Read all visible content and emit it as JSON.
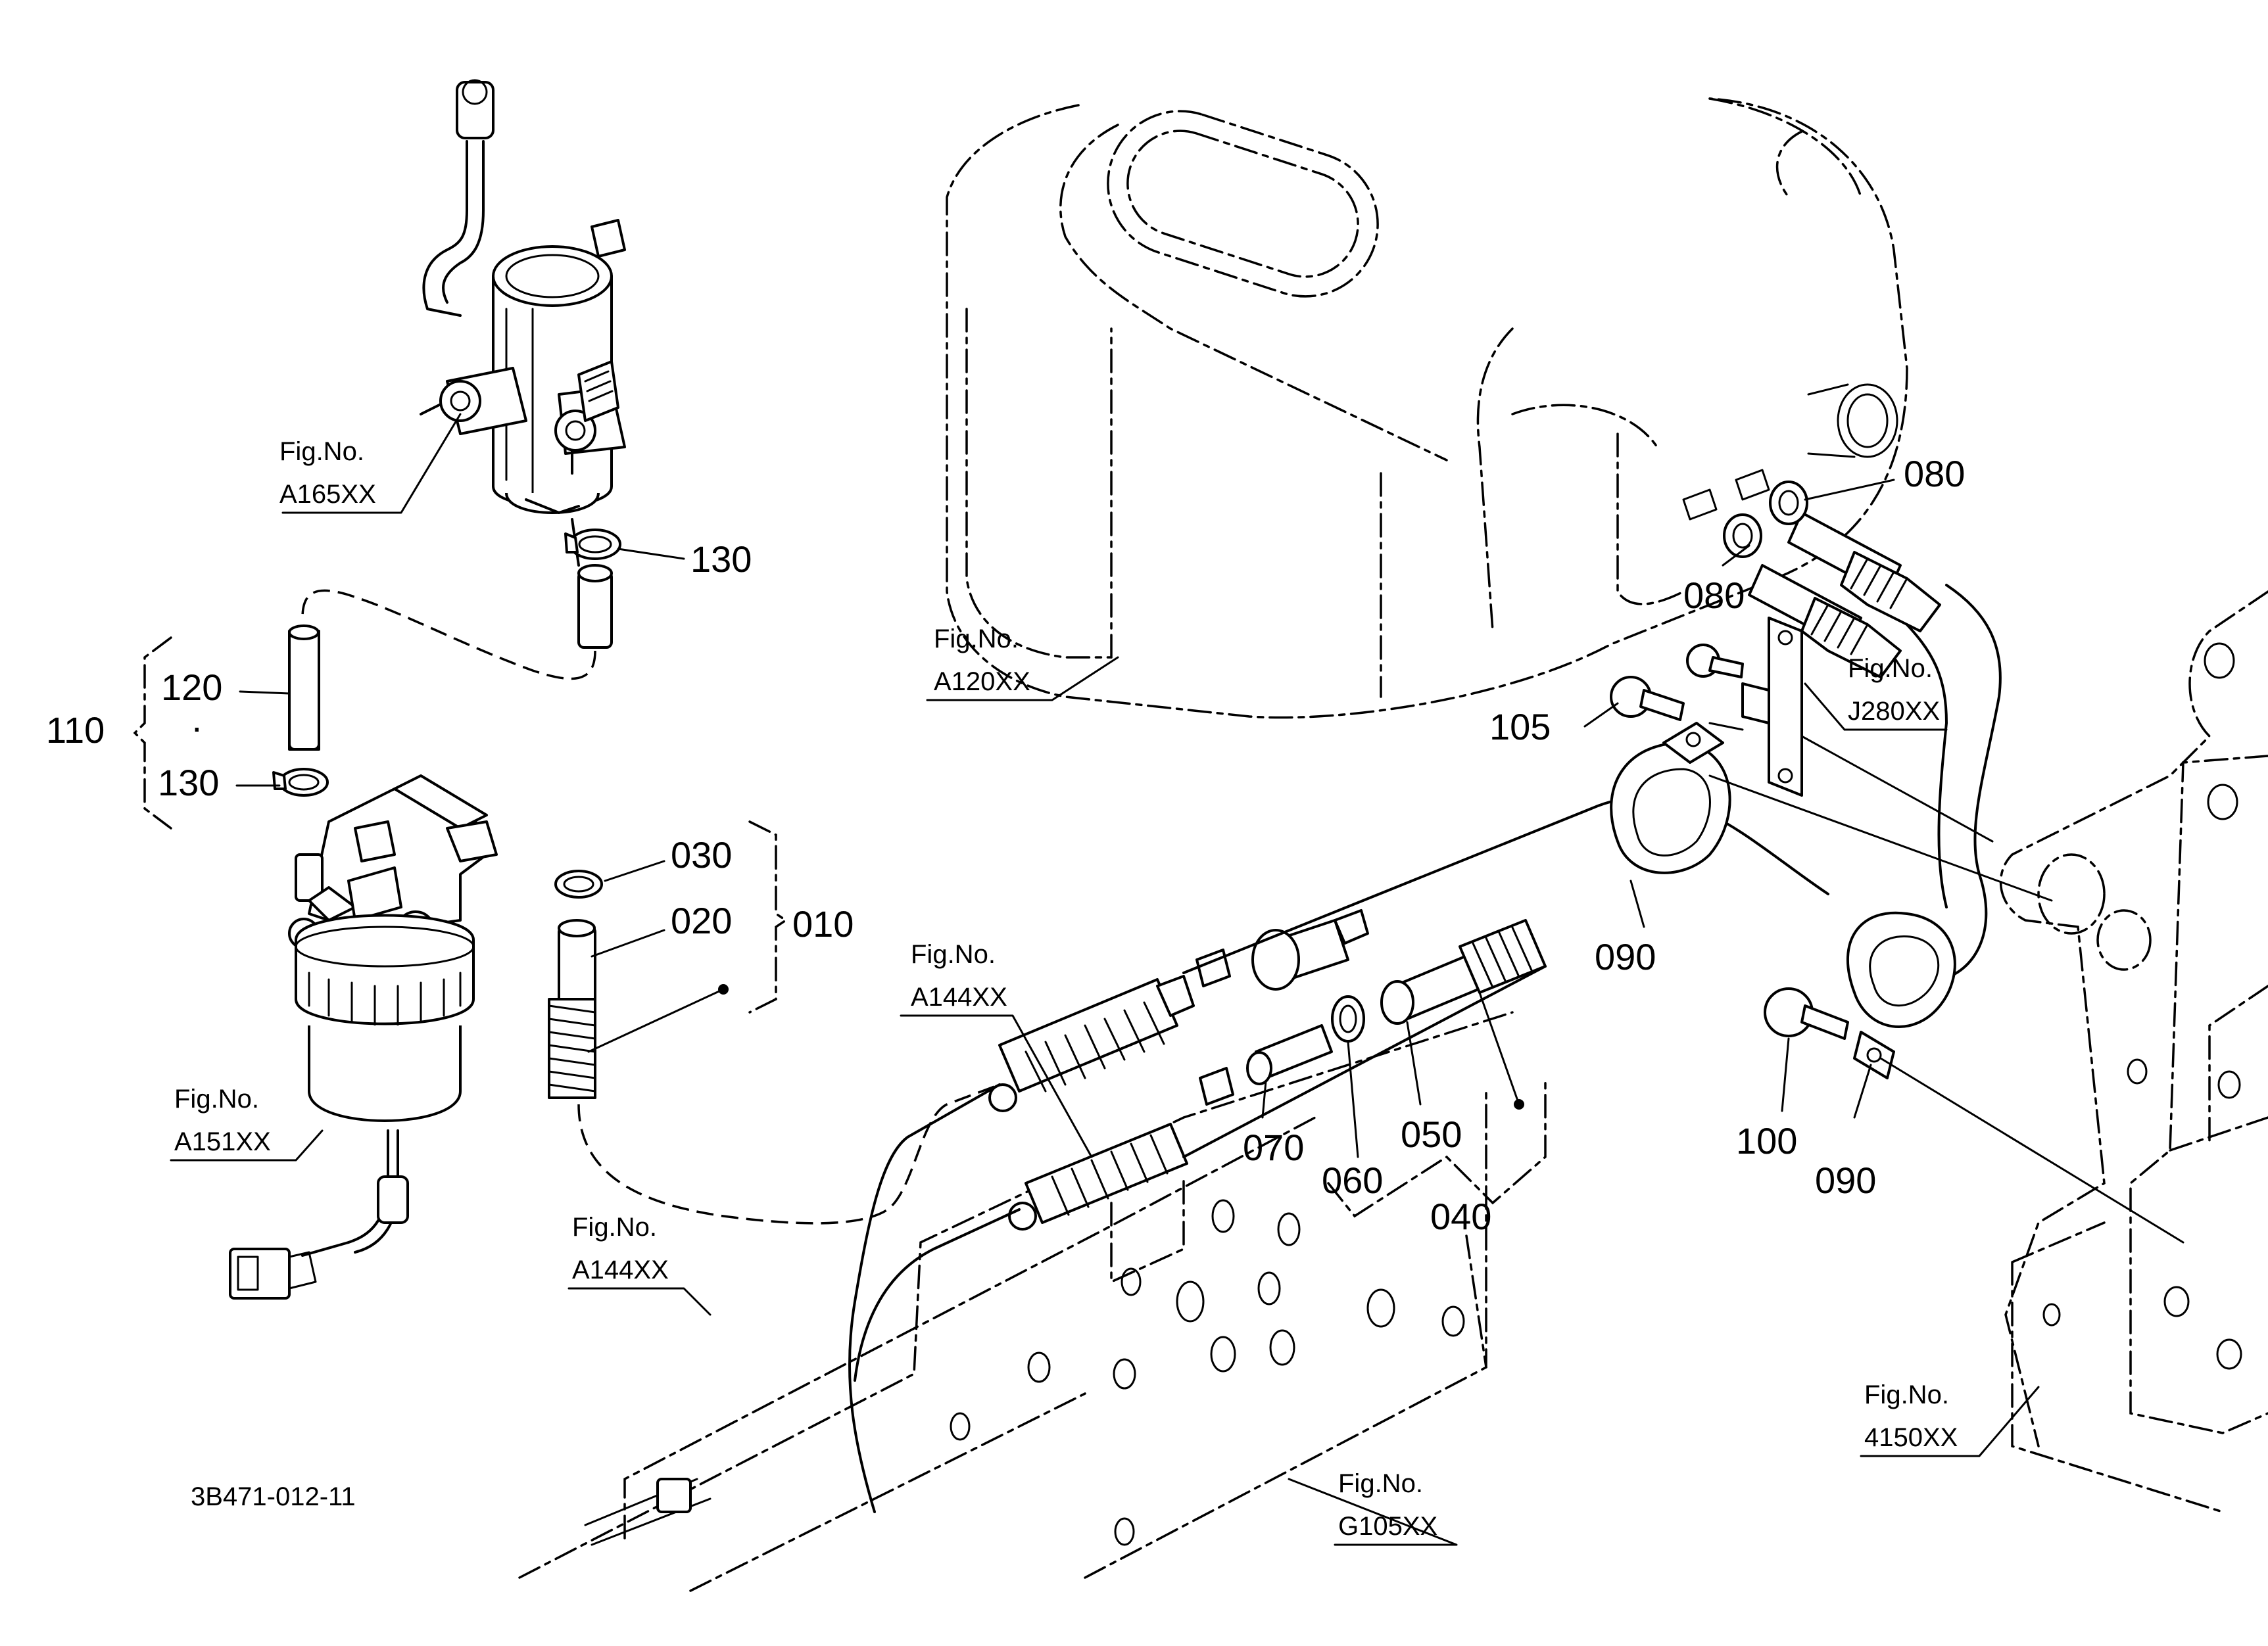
{
  "labels": {
    "p010": "010",
    "p020": "020",
    "p030": "030",
    "p040": "040",
    "p050": "050",
    "p060": "060",
    "p070": "070",
    "p080a": "080",
    "p080b": "080",
    "p090a": "090",
    "p090b": "090",
    "p100": "100",
    "p105": "105",
    "p110": "110",
    "p120": "120",
    "p130a": "130",
    "p130b": "130"
  },
  "refs": {
    "fig_prefix": "Fig.No.",
    "a165": "A165XX",
    "a120": "A120XX",
    "j280": "J280XX",
    "a144a": "A144XX",
    "a144b": "A144XX",
    "a151": "A151XX",
    "g105": "G105XX",
    "f4150": "4150XX"
  },
  "drawing_code": "3B471-012-11"
}
